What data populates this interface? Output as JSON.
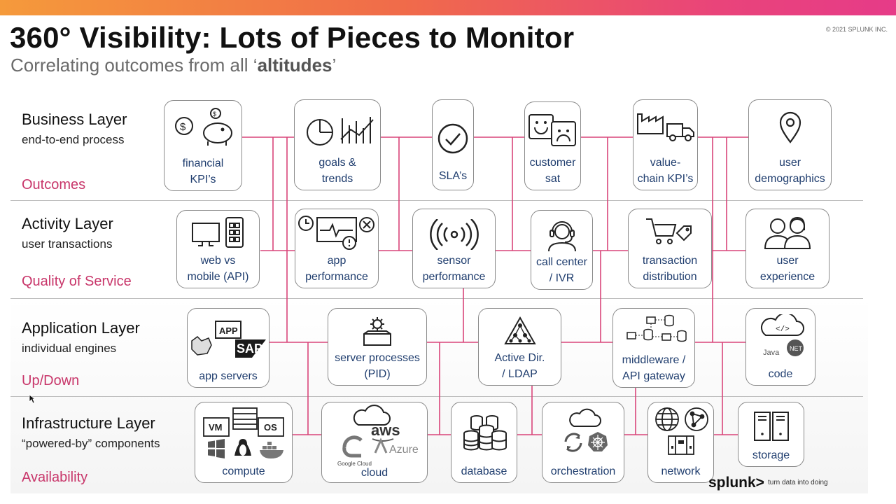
{
  "header": {
    "title": "360° Visibility: Lots of Pieces to Monitor",
    "subtitle_prefix": "Correlating outcomes from all ‘",
    "subtitle_emphasis": "altitudes",
    "subtitle_suffix": "’",
    "copyright": "© 2021 SPLUNK INC."
  },
  "layers": [
    {
      "name": "Business Layer",
      "description": "end-to-end process",
      "metric": "Outcomes"
    },
    {
      "name": "Activity Layer",
      "description": "user transactions",
      "metric": "Quality of Service"
    },
    {
      "name": "Application Layer",
      "description": "individual engines",
      "metric": "Up/Down"
    },
    {
      "name": "Infrastructure Layer",
      "description": "“powered-by” components",
      "metric": "Availability"
    }
  ],
  "business": [
    {
      "line1": "financial",
      "line2": "KPI’s",
      "icon": "money-piggy-bank-icon"
    },
    {
      "line1": "goals &",
      "line2": "trends",
      "icon": "pie-bar-chart-icon"
    },
    {
      "line1": "SLA’s",
      "line2": "",
      "icon": "checkmark-circle-icon"
    },
    {
      "line1": "customer",
      "line2": "sat",
      "icon": "happy-sad-face-icon"
    },
    {
      "line1": "value-",
      "line2": "chain KPI’s",
      "icon": "factory-truck-icon"
    },
    {
      "line1": "user",
      "line2": "demographics",
      "icon": "location-pin-icon"
    }
  ],
  "activity": [
    {
      "line1": "web vs",
      "line2": "mobile (API)",
      "icon": "monitor-phone-icon"
    },
    {
      "line1": "app",
      "line2": "performance",
      "icon": "clock-monitor-alert-icon"
    },
    {
      "line1": "sensor",
      "line2": "performance",
      "icon": "signal-waves-icon"
    },
    {
      "line1": "call center",
      "line2": "/ IVR",
      "icon": "headset-agent-icon"
    },
    {
      "line1": "transaction",
      "line2": "distribution",
      "icon": "cart-tag-icon"
    },
    {
      "line1": "user",
      "line2": "experience",
      "icon": "users-icon"
    }
  ],
  "application": [
    {
      "line1": "app servers",
      "line2": "",
      "icon": "app-sap-tomcat-icon",
      "logo_app": "APP",
      "logo_sap": "SAP"
    },
    {
      "line1": "server processes",
      "line2": "(PID)",
      "icon": "gear-box-icon"
    },
    {
      "line1": "Active Dir.",
      "line2": "/ LDAP",
      "icon": "directory-tree-icon"
    },
    {
      "line1": "middleware /",
      "line2": "API gateway",
      "icon": "middleware-nodes-icon"
    },
    {
      "line1": "code",
      "line2": "",
      "icon": "code-cloud-icon",
      "logo_java": "Java",
      "logo_net": "NET"
    }
  ],
  "infrastructure": [
    {
      "line1": "compute",
      "line2": "",
      "icon": "vm-os-icon",
      "logo_vm": "VM",
      "logo_os": "OS"
    },
    {
      "line1": "cloud",
      "line2": "",
      "icon": "cloud-providers-icon",
      "logo_aws": "aws",
      "logo_azure": "Azure",
      "logo_gcp": "Google Cloud"
    },
    {
      "line1": "database",
      "line2": "",
      "icon": "database-icon"
    },
    {
      "line1": "orchestration",
      "line2": "",
      "icon": "cloud-kubernetes-icon"
    },
    {
      "line1": "network",
      "line2": "",
      "icon": "network-globe-icon"
    },
    {
      "line1": "storage",
      "line2": "",
      "icon": "storage-drives-icon"
    }
  ],
  "footer": {
    "brand": "splunk>",
    "tagline": "turn data into doing"
  },
  "colors": {
    "accent": "#c8366a",
    "label": "#1f3d6e",
    "wire": "#d9457a"
  }
}
